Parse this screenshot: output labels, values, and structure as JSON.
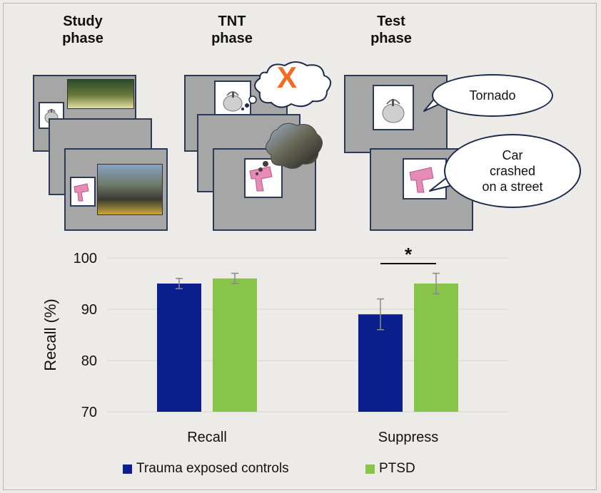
{
  "paradigm": {
    "phases": [
      {
        "line1": "Study",
        "line2": "phase"
      },
      {
        "line1": "TNT",
        "line2": "phase"
      },
      {
        "line1": "Test",
        "line2": "phase"
      }
    ],
    "cloud_mark": "X",
    "speech": {
      "first": "Tornado",
      "second_lines": [
        "Car",
        "crashed",
        "on a street"
      ]
    }
  },
  "colors": {
    "controls": "#0b1f8e",
    "ptsd": "#88c34a",
    "slide": "#a6a6a6",
    "x_mark": "#f26b21"
  },
  "chart_data": {
    "type": "bar",
    "categories": [
      "Recall",
      "Suppress"
    ],
    "series": [
      {
        "name": "Trauma exposed controls",
        "values": [
          95,
          89
        ],
        "error": [
          1,
          3
        ]
      },
      {
        "name": "PTSD",
        "values": [
          96,
          95
        ],
        "error": [
          1,
          2
        ]
      }
    ],
    "ylabel": "Recall (%)",
    "ylim": [
      70,
      100
    ],
    "yticks": [
      70,
      80,
      90,
      100
    ],
    "grid": true,
    "legend_position": "bottom",
    "annotations": [
      {
        "text": "*",
        "category": "Suppress",
        "meaning": "significant difference"
      }
    ]
  }
}
